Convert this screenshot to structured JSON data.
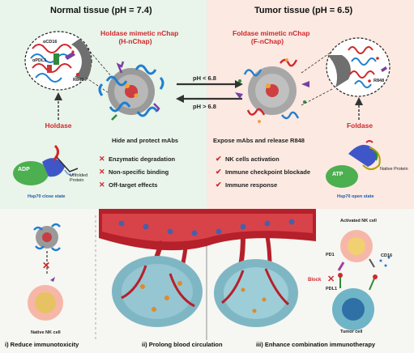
{
  "top": {
    "normal_title": "Normal tissue (pH = 7.4)",
    "tumor_title": "Tumor tissue (pH = 6.5)",
    "holdase_mimetic_line1": "Holdase mimetic nChap",
    "holdase_mimetic_line2": "(H-nChap)",
    "foldase_mimetic_line1": "Foldase mimetic nChap",
    "foldase_mimetic_line2": "(F-nChap)",
    "ph_low": "pH < 6.8",
    "ph_high": "pH > 6.8",
    "inset_left_labels": [
      "αCD16",
      "αPDL1",
      "R848"
    ],
    "inset_right_label": "R848",
    "holdase": "Holdase",
    "foldase": "Foldase",
    "adp": "ADP",
    "atp": "ATP",
    "unfolded_protein": "Unfolded Protein",
    "native_protein": "Native Protein",
    "hsp70_close": "Hsp70 close state",
    "hsp70_open": "Hsp70 open state",
    "hide_heading": "Hide and protect mAbs",
    "hide_items": [
      "Enzymatic degradation",
      "Non-specific binding",
      "Off-target effects"
    ],
    "expose_heading": "Expose mAbs and release R848",
    "expose_items": [
      "NK cells activation",
      "Immune checkpoint blockade",
      "Immune response"
    ]
  },
  "bottom": {
    "native_nk": "Native NK cell",
    "activated_nk": "Activated NK cell",
    "pd1": "PD1",
    "cd16": "CD16",
    "block": "Block",
    "pdl1": "PDL1",
    "tumor_cell": "Tumor cell",
    "caption_1": "i) Reduce immunotoxicity",
    "caption_2": "ii) Prolong blood circulation",
    "caption_3": "iii) Enhance combination immunotherapy"
  },
  "colors": {
    "normal_bg": "#e9f4ea",
    "tumor_bg": "#fbe9e2",
    "accent_red": "#d0282c",
    "accent_blue": "#1c58a8",
    "vessel_red": "#b5202b",
    "tumor_teal": "#7fb6c4"
  }
}
